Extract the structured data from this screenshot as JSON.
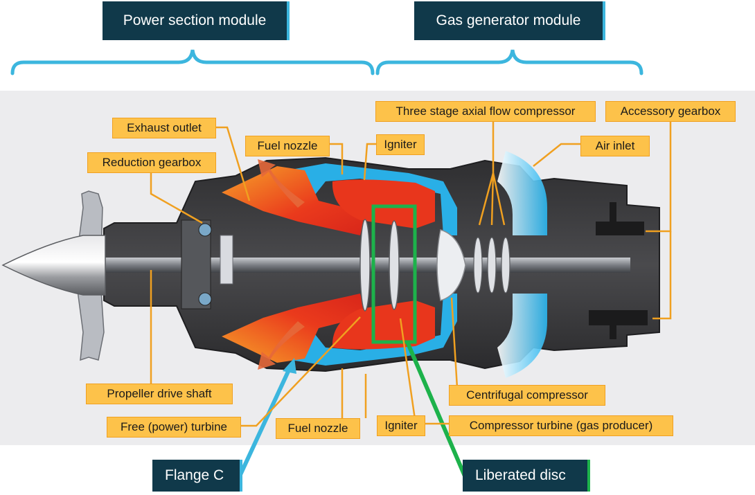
{
  "modules": {
    "power_section": "Power section module",
    "gas_generator": "Gas generator module"
  },
  "callouts": {
    "flange_c": "Flange C",
    "liberated_disc": "Liberated disc"
  },
  "labels": {
    "exhaust_outlet": "Exhaust outlet",
    "reduction_gearbox": "Reduction gearbox",
    "fuel_nozzle_top": "Fuel nozzle",
    "igniter_top": "Igniter",
    "three_stage_compressor": "Three stage axial flow compressor",
    "accessory_gearbox": "Accessory gearbox",
    "air_inlet": "Air inlet",
    "propeller_drive_shaft": "Propeller drive shaft",
    "free_power_turbine": "Free (power) turbine",
    "fuel_nozzle_bottom": "Fuel nozzle",
    "igniter_bottom": "Igniter",
    "centrifugal_compressor": "Centrifugal compressor",
    "compressor_turbine": "Compressor turbine (gas producer)"
  },
  "colors": {
    "module_fill": "#10394a",
    "bracket": "#3cb6de",
    "label_fill": "#fdc24a",
    "leader": "#f0a020",
    "highlight_green": "#1db24b",
    "engine_body": "#3a3a3c",
    "combustion": "#e8361c",
    "airflow": "#29b6f0"
  }
}
